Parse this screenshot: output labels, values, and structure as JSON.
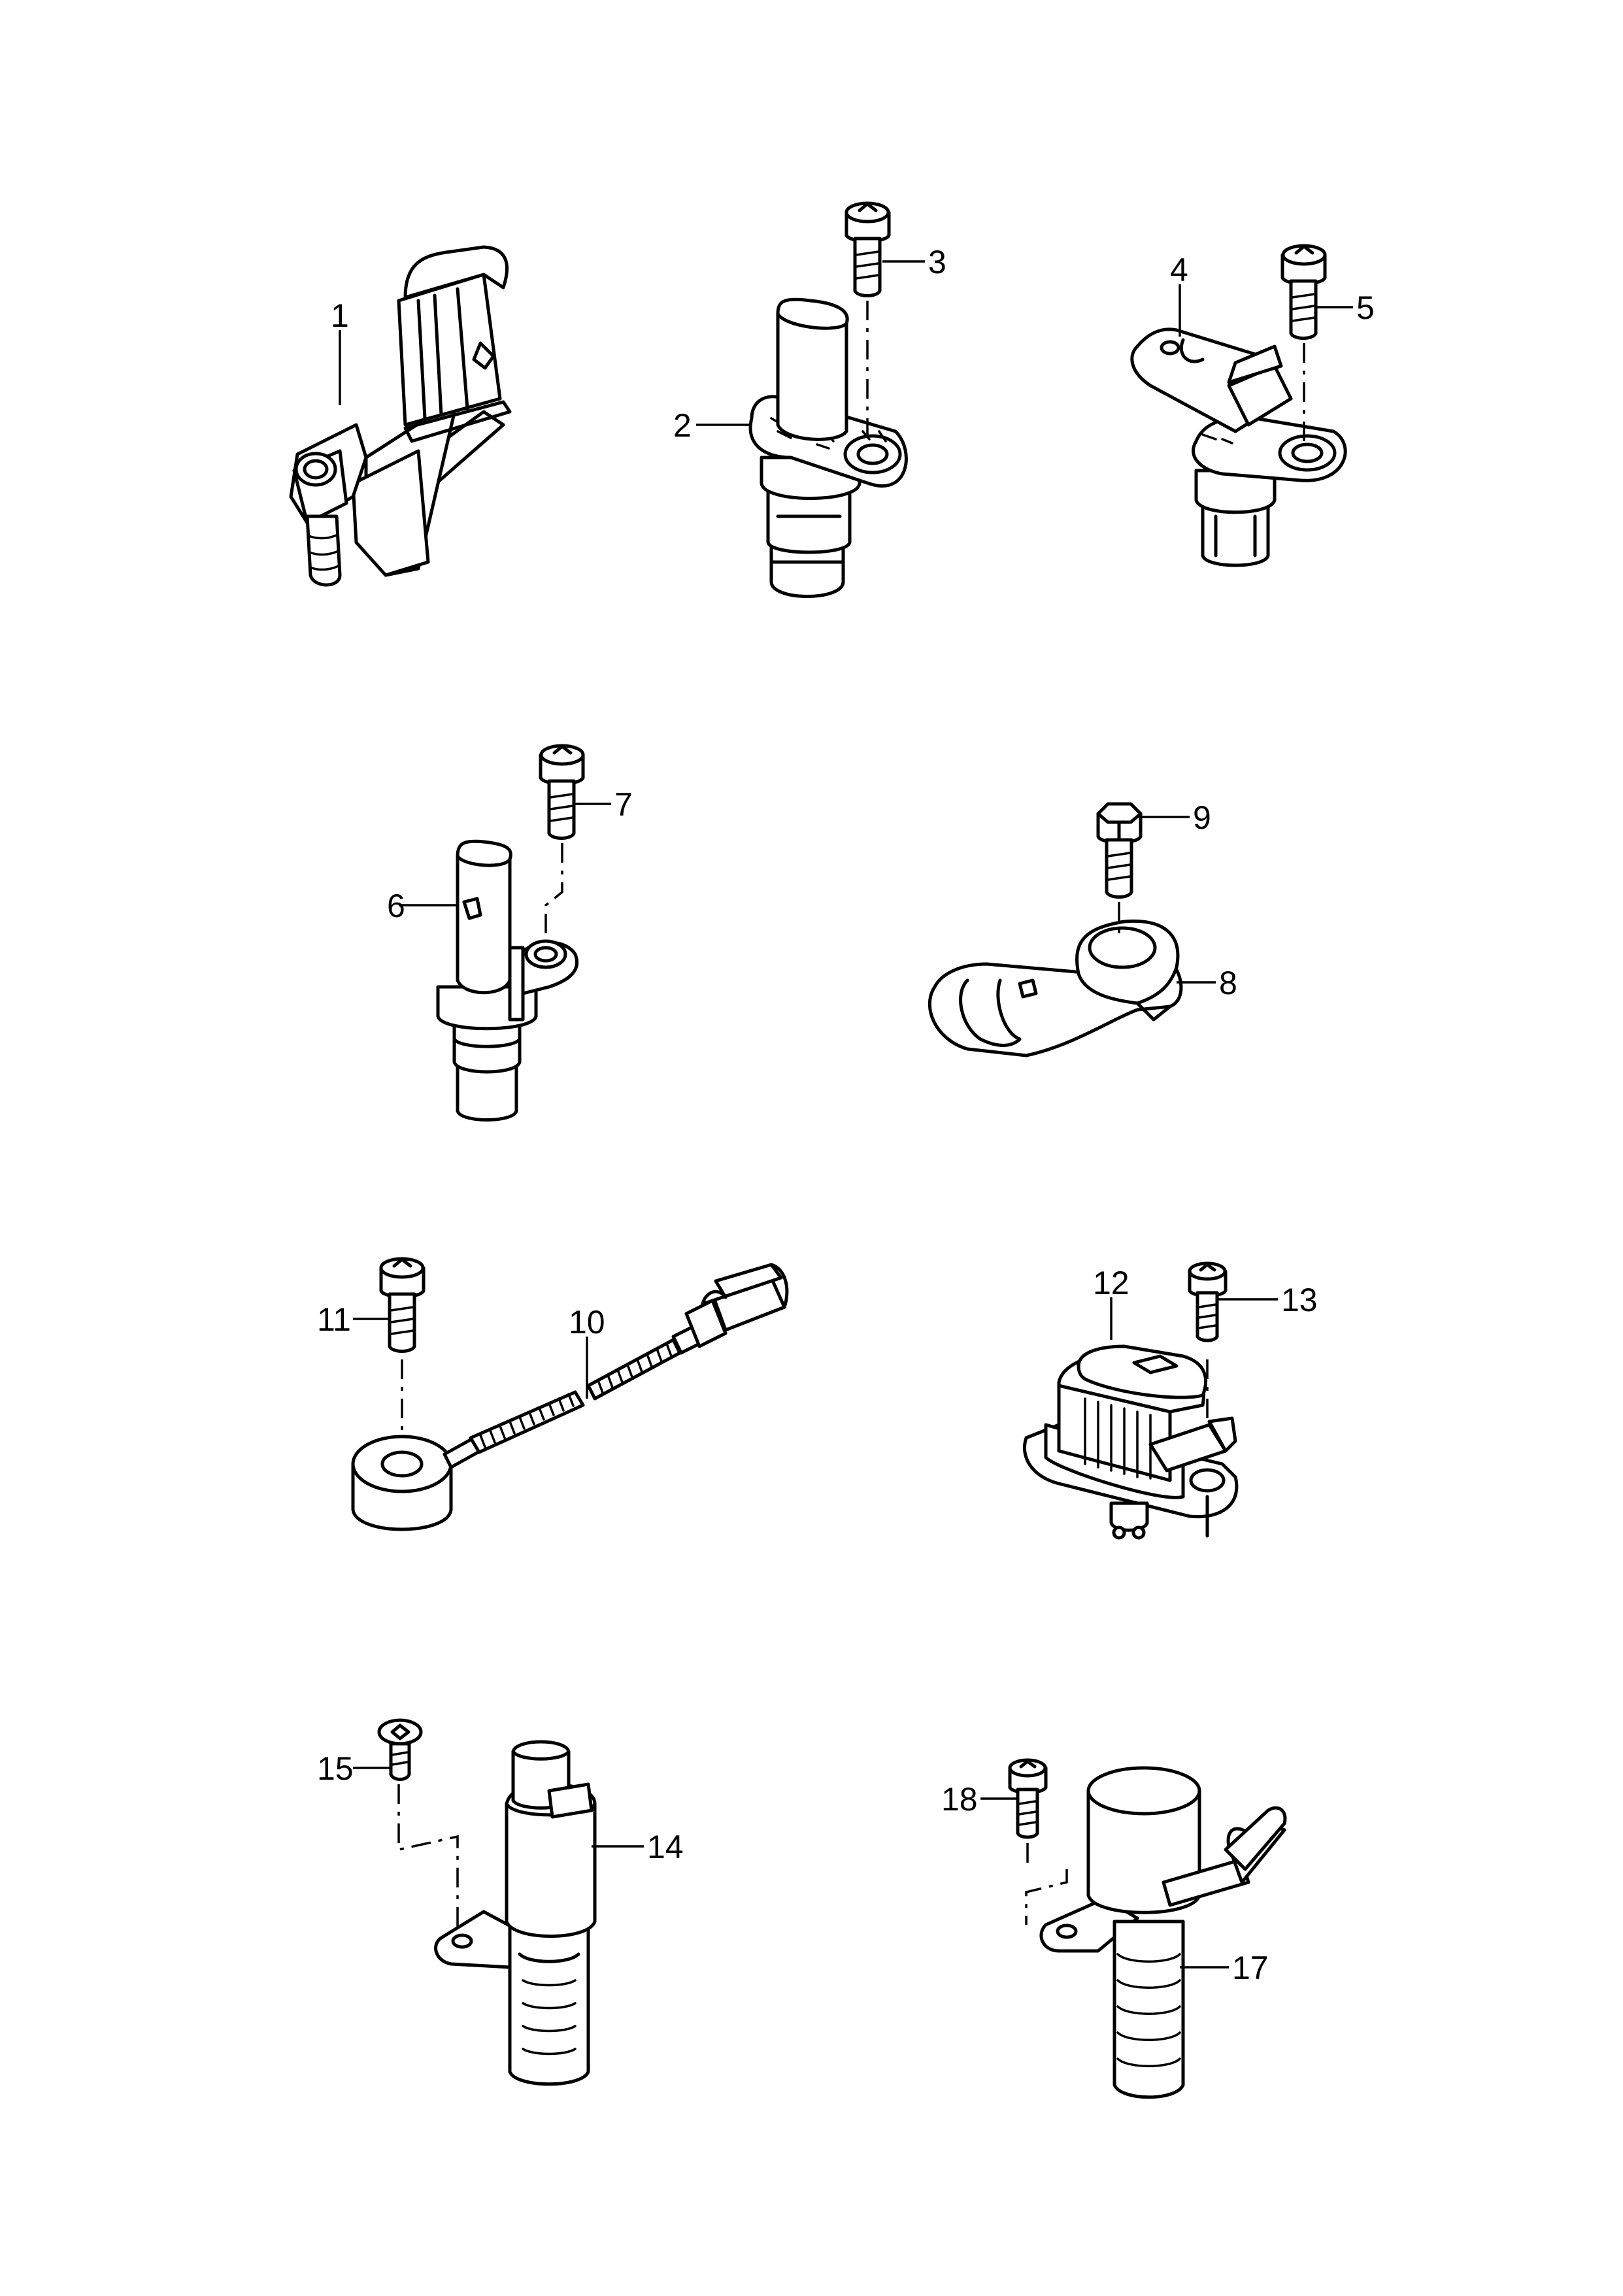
{
  "callouts": {
    "c1": "1",
    "c2": "2",
    "c3": "3",
    "c4": "4",
    "c5": "5",
    "c6": "6",
    "c7": "7",
    "c8": "8",
    "c9": "9",
    "c10": "10",
    "c11": "11",
    "c12": "12",
    "c13": "13",
    "c14": "14",
    "c15": "15",
    "c17": "17",
    "c18": "18"
  }
}
